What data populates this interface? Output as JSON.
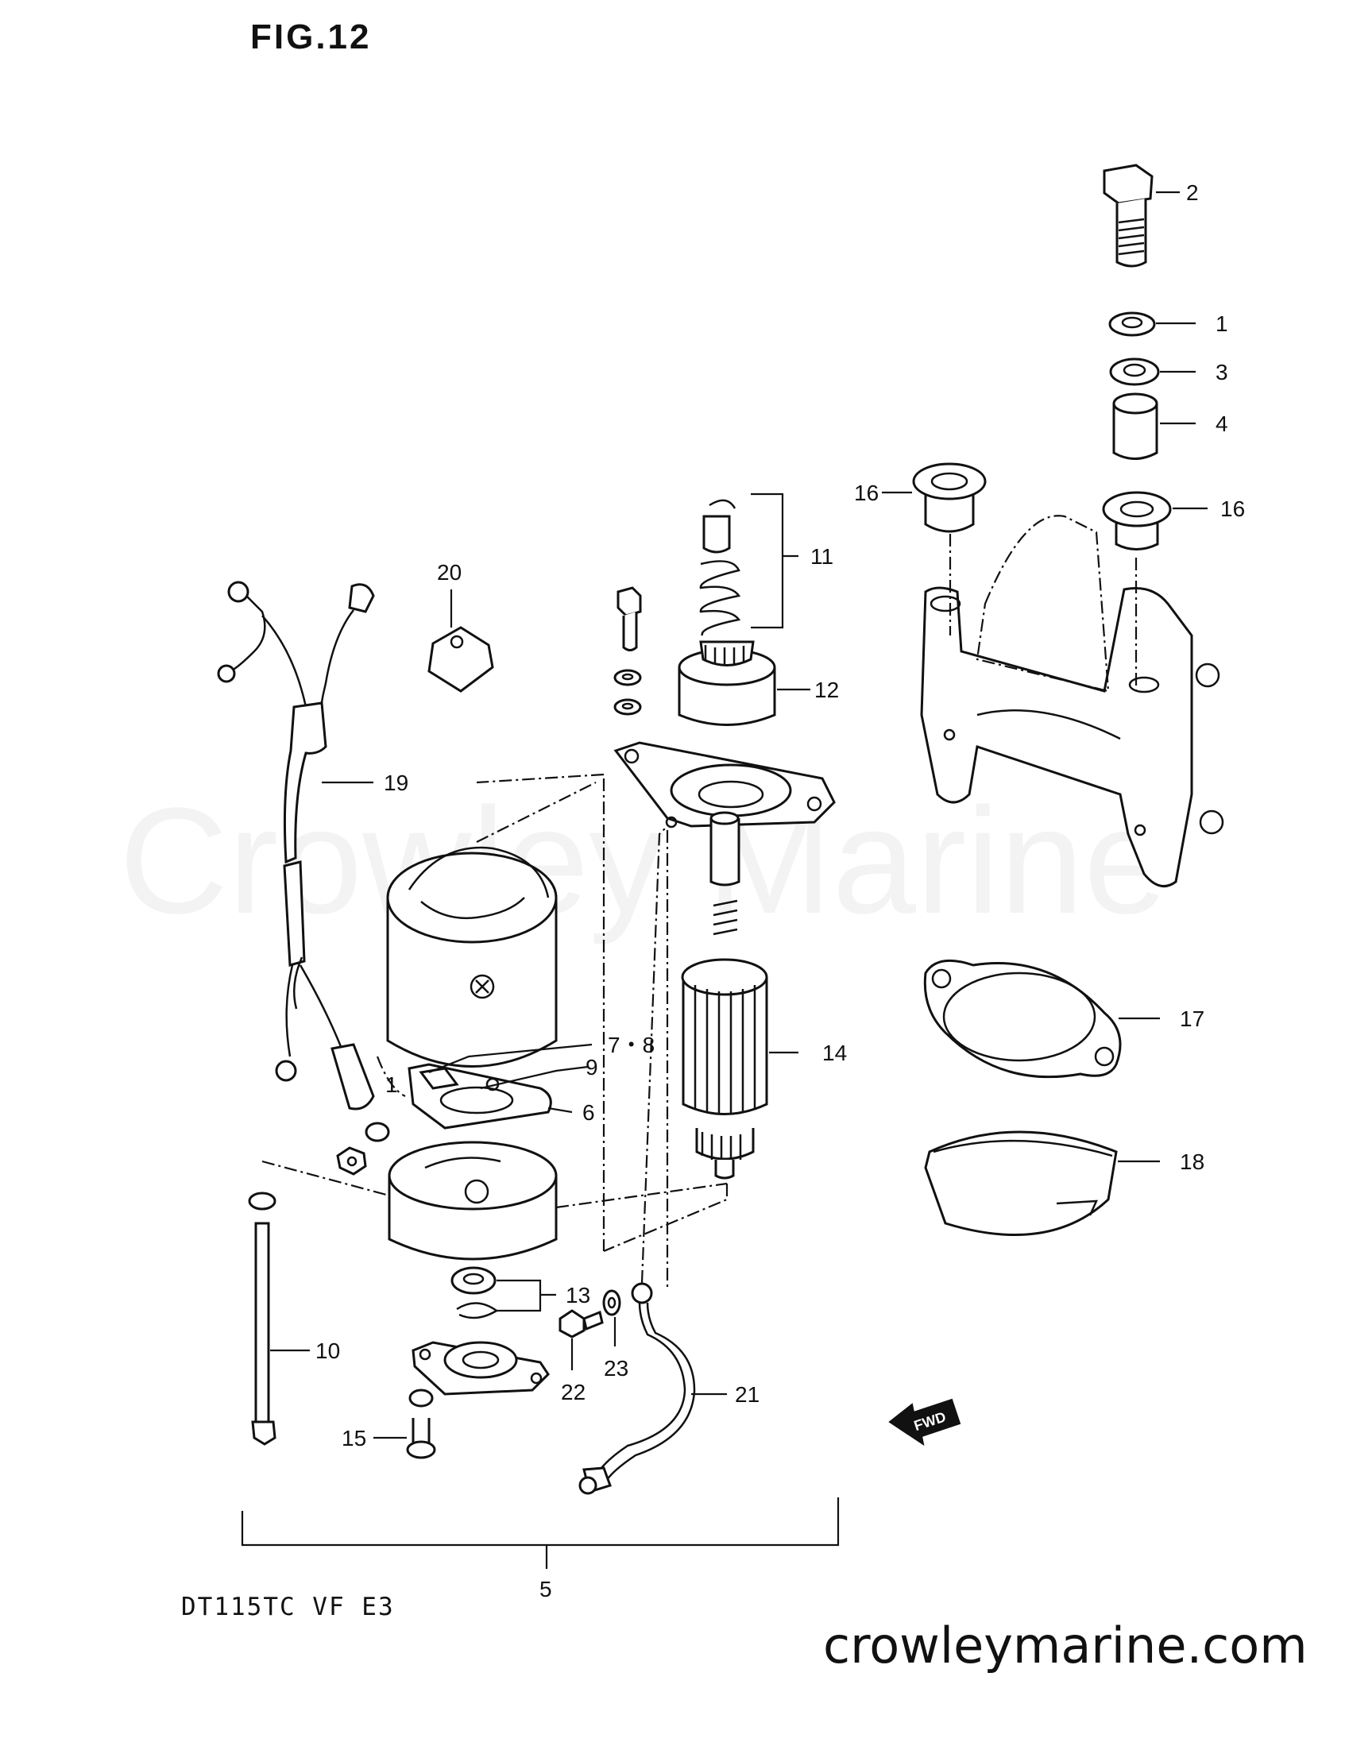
{
  "figure": {
    "title": "FIG.12",
    "model": "DT115TC VF E3",
    "website": "crowleymarine.com",
    "watermark": "Crowley Marine"
  },
  "callouts": [
    {
      "id": "c2",
      "label": "2"
    },
    {
      "id": "c1a",
      "label": "1"
    },
    {
      "id": "c3",
      "label": "3"
    },
    {
      "id": "c4",
      "label": "4"
    },
    {
      "id": "c16a",
      "label": "16"
    },
    {
      "id": "c16b",
      "label": "16"
    },
    {
      "id": "c11",
      "label": "11"
    },
    {
      "id": "c12",
      "label": "12"
    },
    {
      "id": "c20",
      "label": "20"
    },
    {
      "id": "c19",
      "label": "19"
    },
    {
      "id": "c14",
      "label": "14"
    },
    {
      "id": "c78",
      "label": "7・8"
    },
    {
      "id": "c9",
      "label": "9"
    },
    {
      "id": "c1b",
      "label": "1"
    },
    {
      "id": "c6",
      "label": "6"
    },
    {
      "id": "c17",
      "label": "17"
    },
    {
      "id": "c18",
      "label": "18"
    },
    {
      "id": "c13",
      "label": "13"
    },
    {
      "id": "c10",
      "label": "10"
    },
    {
      "id": "c22",
      "label": "22"
    },
    {
      "id": "c23",
      "label": "23"
    },
    {
      "id": "c21",
      "label": "21"
    },
    {
      "id": "c15",
      "label": "15"
    },
    {
      "id": "c5",
      "label": "5"
    }
  ],
  "fwd_arrow": {
    "label": "FWD"
  },
  "icons": [
    "starter-motor",
    "bolt",
    "washer",
    "bushing",
    "bracket",
    "spring",
    "pinion",
    "armature",
    "wiring-harness",
    "gasket",
    "band"
  ]
}
